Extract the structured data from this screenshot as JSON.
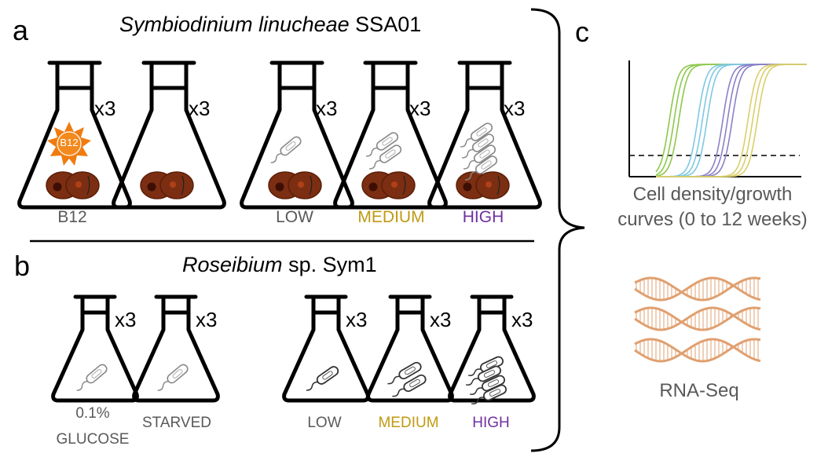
{
  "panels": {
    "a": {
      "letter": "a",
      "title_italic": "Symbiodinium linucheae",
      "title_rest": " SSA01",
      "multiplier": "x3",
      "labels": {
        "b12": "B12",
        "low": "LOW",
        "medium": "MEDIUM",
        "high": "HIGH"
      },
      "sun_label": "B12"
    },
    "b": {
      "letter": "b",
      "title_italic": "Roseibium",
      "title_rest": " sp. Sym1",
      "multiplier": "x3",
      "labels": {
        "glucose_line1": "0.1%",
        "glucose_line2": "GLUCOSE",
        "starved": "STARVED",
        "low": "LOW",
        "medium": "MEDIUM",
        "high": "HIGH"
      }
    },
    "c": {
      "letter": "c",
      "growth_caption_line1": "Cell density/growth",
      "growth_caption_line2": "curves (0 to 12 weeks)",
      "rnaseq_caption": "RNA-Seq"
    }
  },
  "colors": {
    "gray_text": "#595959",
    "medium": "#c09a12",
    "high": "#7030a0",
    "cell_body": "#7b2e12",
    "sun": "#f07c10",
    "curve_green": "#8cc84b",
    "curve_blue": "#7ec8e3",
    "curve_purple": "#8a80c8",
    "curve_yellow": "#d9cf6a",
    "helix": "#e0a070"
  }
}
